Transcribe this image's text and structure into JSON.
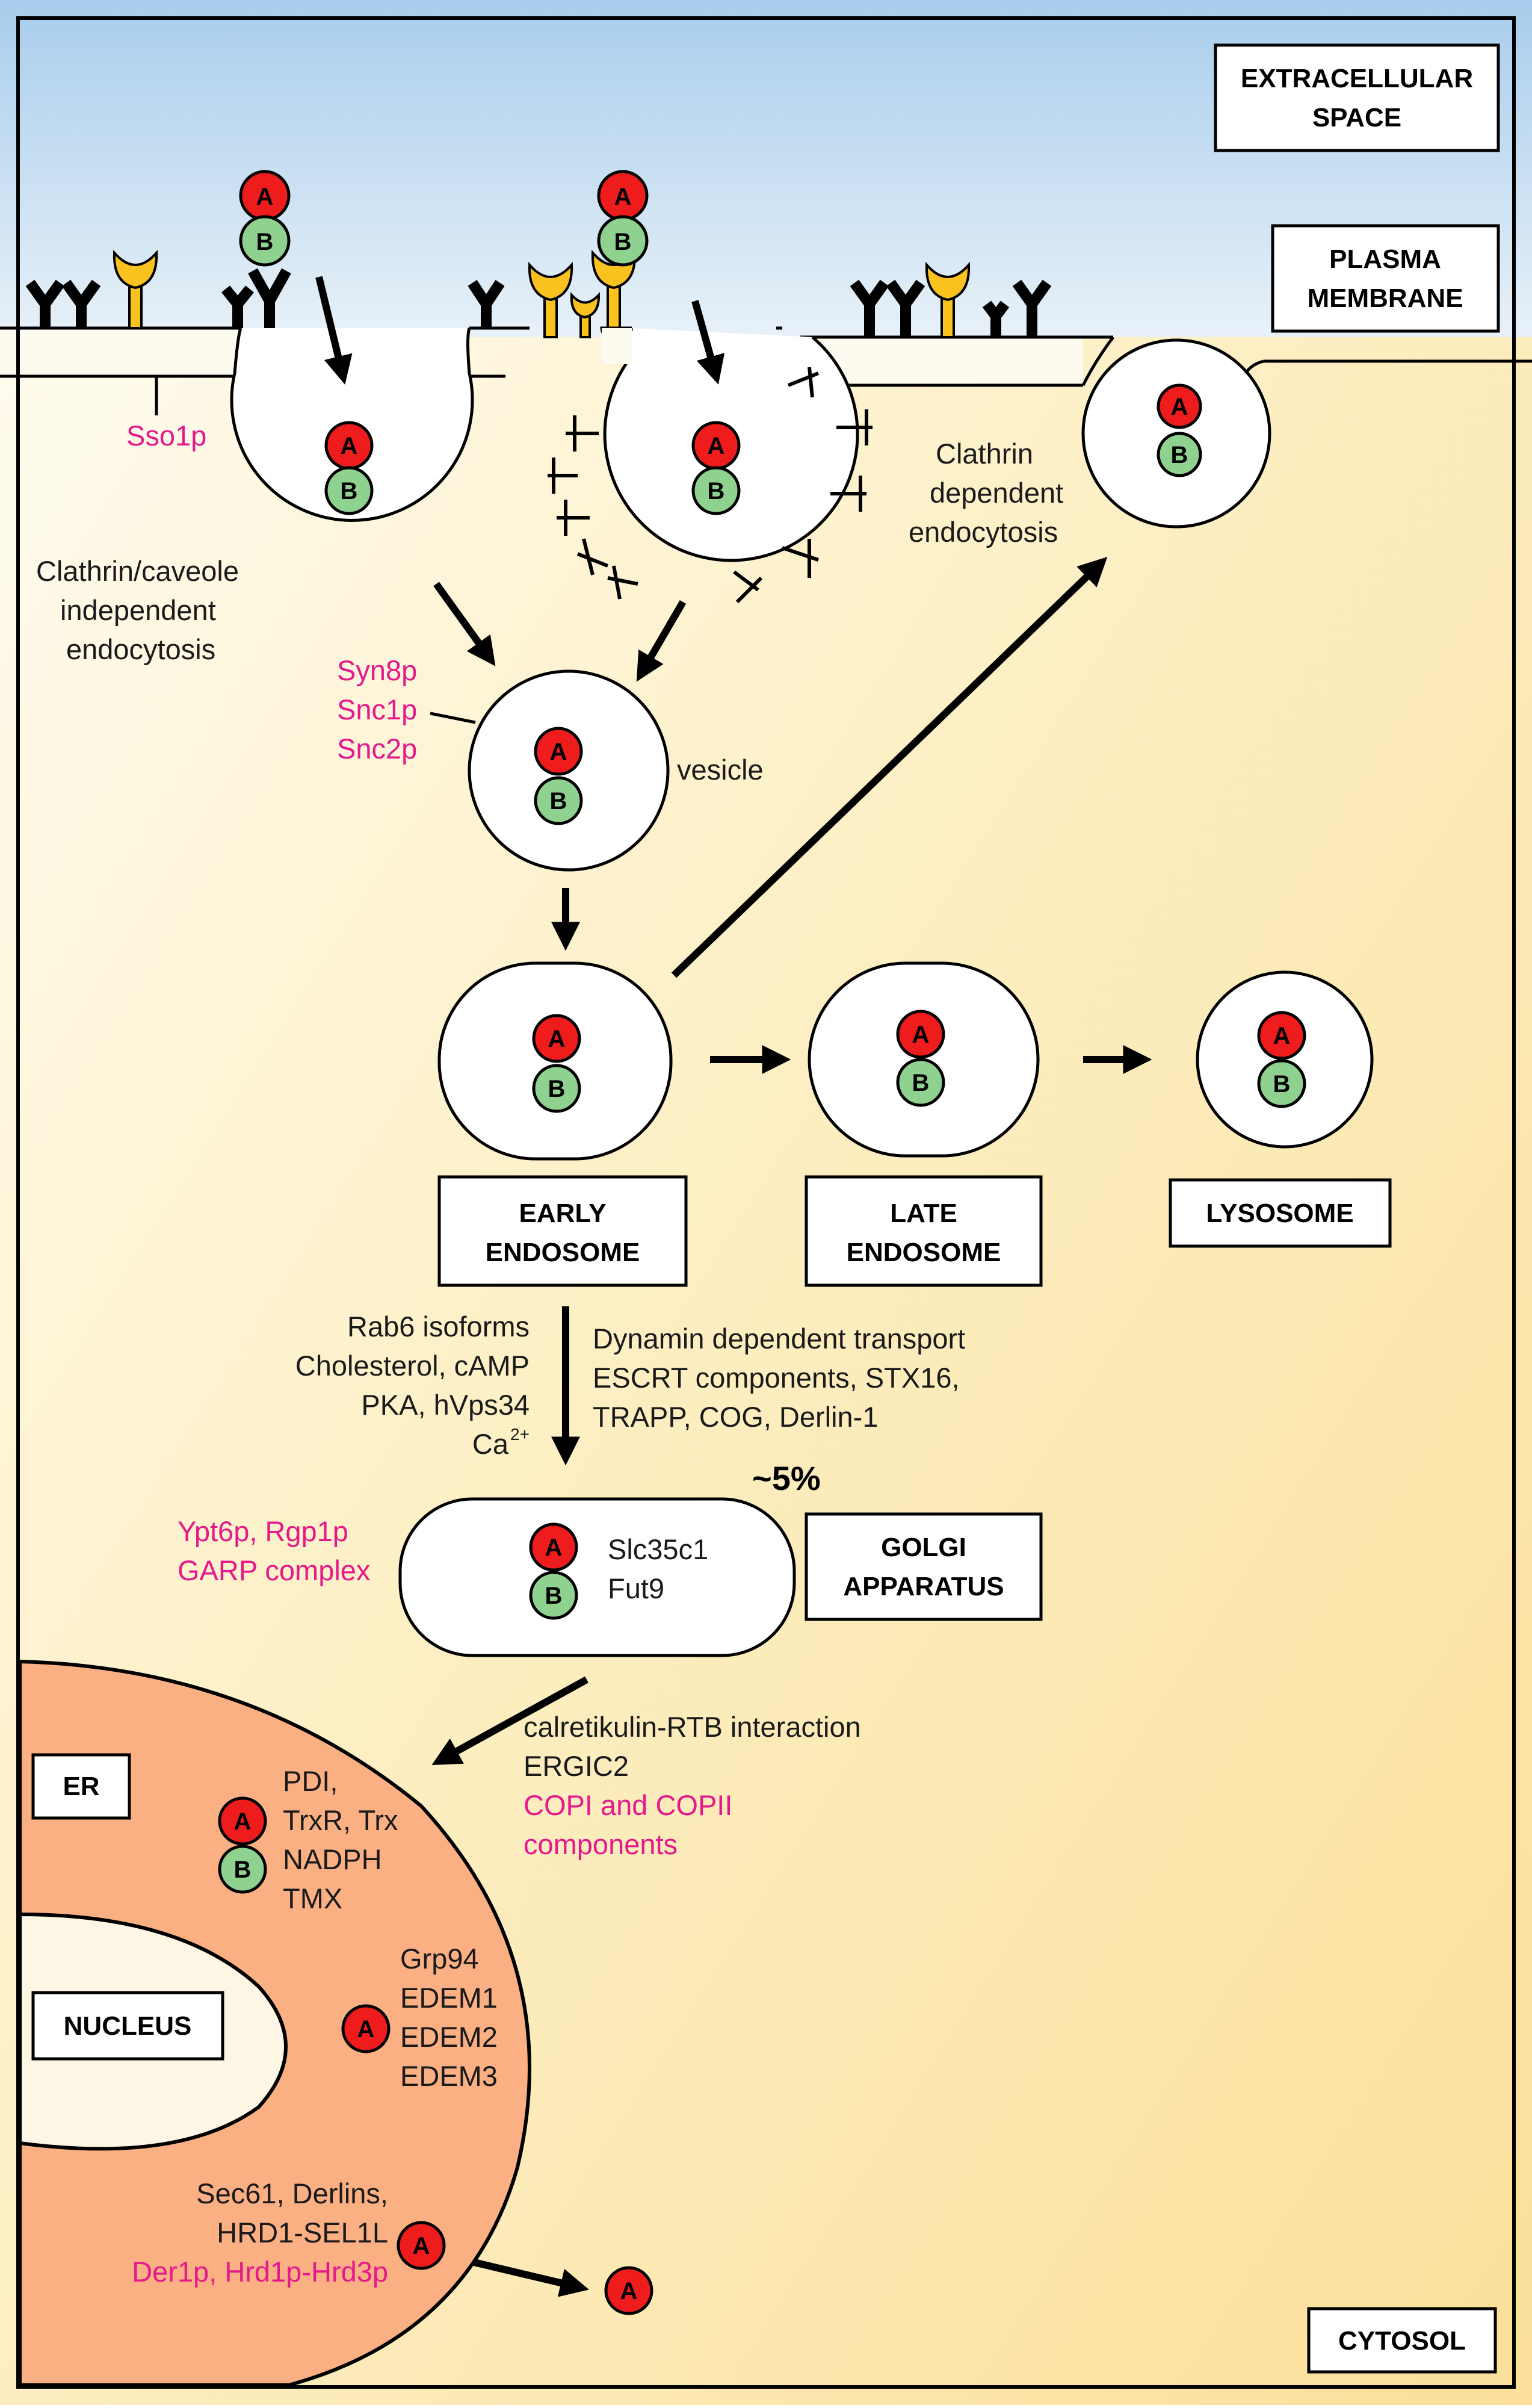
{
  "regions": {
    "extracellular": "EXTRACELLULAR SPACE",
    "membrane": "PLASMA MEMBRANE",
    "cytosol": "CYTOSOL",
    "er": "ER",
    "nucleus": "NUCLEUS"
  },
  "organelles": {
    "early": "EARLY ENDOSOME",
    "late": "LATE ENDOSOME",
    "lysosome": "LYSOSOME",
    "golgi": "GOLGI APPARATUS"
  },
  "molecules": {
    "a": "A",
    "b": "B"
  },
  "labels": {
    "sso1p": "Sso1p",
    "clathrin_indep_1": "Clathrin/caveole",
    "clathrin_indep_2": "independent",
    "clathrin_indep_3": "endocytosis",
    "clathrin_dep_1": "Clathrin",
    "clathrin_dep_2": "dependent",
    "clathrin_dep_3": "endocytosis",
    "syn8p": "Syn8p",
    "snc1p": "Snc1p",
    "snc2p": "Snc2p",
    "vesicle": "vesicle",
    "rab6_1": "Rab6 isoforms",
    "rab6_2": "Cholesterol, cAMP",
    "rab6_3": "PKA, hVps34",
    "rab6_4": "Ca",
    "rab6_4_sup": "2+",
    "dyn_1": "Dynamin dependent transport",
    "dyn_2": "ESCRT components, STX16,",
    "dyn_3": "TRAPP, COG, Derlin-1",
    "percent": "~5%",
    "ypt_1": "Ypt6p, Rgp1p",
    "ypt_2": "GARP complex",
    "slc": "Slc35c1",
    "fut": "Fut9",
    "calr_1": "calretikulin-RTB interaction",
    "calr_2": "ERGIC2",
    "copi_1": "COPI and COPII",
    "copi_2": "components",
    "pdi_1": "PDI,",
    "pdi_2": "TrxR, Trx",
    "pdi_3": "NADPH",
    "pdi_4": "TMX",
    "grp_1": "Grp94",
    "grp_2": "EDEM1",
    "grp_3": "EDEM2",
    "grp_4": "EDEM3",
    "sec_1": "Sec61, Derlins,",
    "sec_2": "HRD1-SEL1L",
    "der": "Der1p, Hrd1p-Hrd3p"
  },
  "colors": {
    "extracellular_top": "#a8cdec",
    "cytosol_bottom": "#fbdf9a",
    "er": "#fbb084",
    "toxin_a": "#ee1c1c",
    "toxin_b": "#8fd18f",
    "receptor": "#f9c21f",
    "pink_text": "#e6198c"
  }
}
